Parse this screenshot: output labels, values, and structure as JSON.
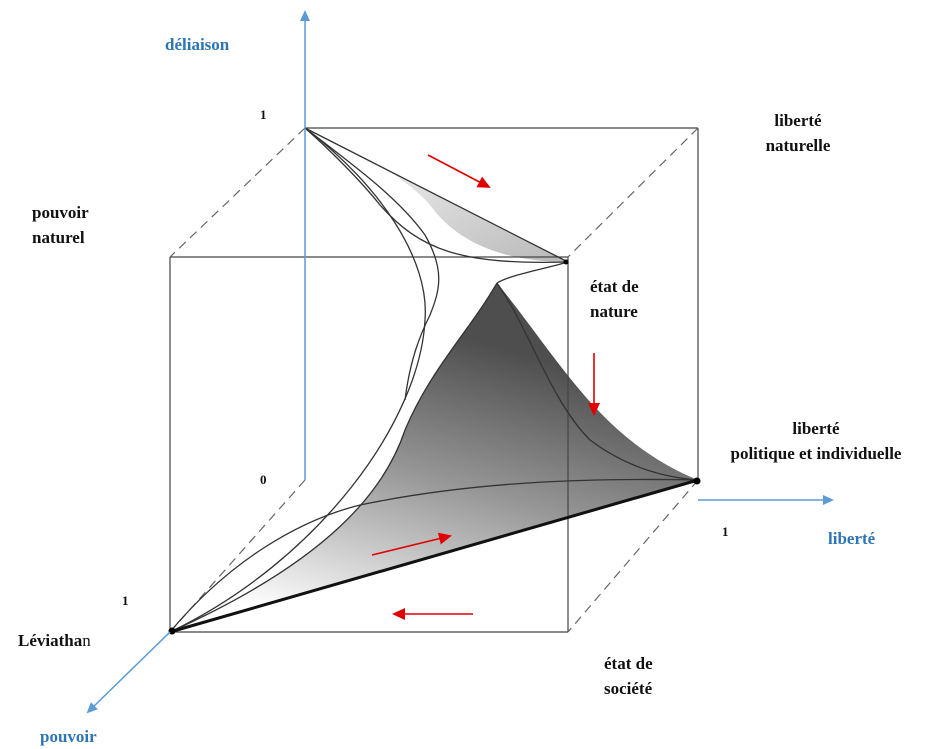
{
  "axes": {
    "vertical": "déliaison",
    "horizontal": "liberté",
    "depth": "pouvoir"
  },
  "ticks": {
    "vertical_max": "1",
    "origin": "0",
    "horizontal_max": "1",
    "depth_max": "1"
  },
  "corners": {
    "liberte_naturelle": [
      "liberté",
      "naturelle"
    ],
    "pouvoir_naturel": [
      "pouvoir",
      "naturel"
    ],
    "etat_de_nature": [
      "état de",
      "nature"
    ],
    "liberte_politique": [
      "liberté",
      "politique et individuelle"
    ],
    "leviathan_bold": "Léviatha",
    "leviathan_rest": "n",
    "etat_de_societe": [
      "état de",
      "société"
    ]
  },
  "colors": {
    "axis": "#5b9bd5",
    "axis_label": "#2e75b6",
    "flow_arrow": "#e00000",
    "edge": "#444444"
  }
}
